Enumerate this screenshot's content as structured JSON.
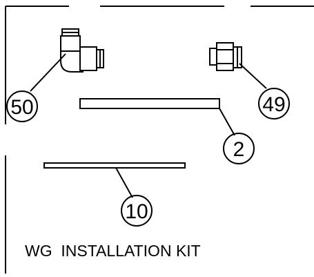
{
  "diagram": {
    "title": "WG  INSTALLATION KIT",
    "callouts": [
      {
        "id": "elbow",
        "label": "50",
        "part": "elbow fitting"
      },
      {
        "id": "connector",
        "label": "49",
        "part": "straight connector"
      },
      {
        "id": "tube-upper",
        "label": "2",
        "part": "tube"
      },
      {
        "id": "tube-lower",
        "label": "10",
        "part": "tube"
      }
    ]
  }
}
